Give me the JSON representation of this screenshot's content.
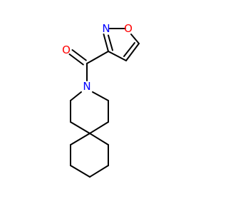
{
  "molecule": {
    "atoms": {
      "carbonyl_oxygen": {
        "symbol": "O"
      },
      "amide_nitrogen": {
        "symbol": "N"
      },
      "isoxazole_nitrogen": {
        "symbol": "N"
      },
      "isoxazole_oxygen": {
        "symbol": "O"
      }
    },
    "colors": {
      "bond": "#000000",
      "oxygen": "#ff0000",
      "nitrogen": "#0000ff",
      "background": "#ffffff"
    }
  }
}
